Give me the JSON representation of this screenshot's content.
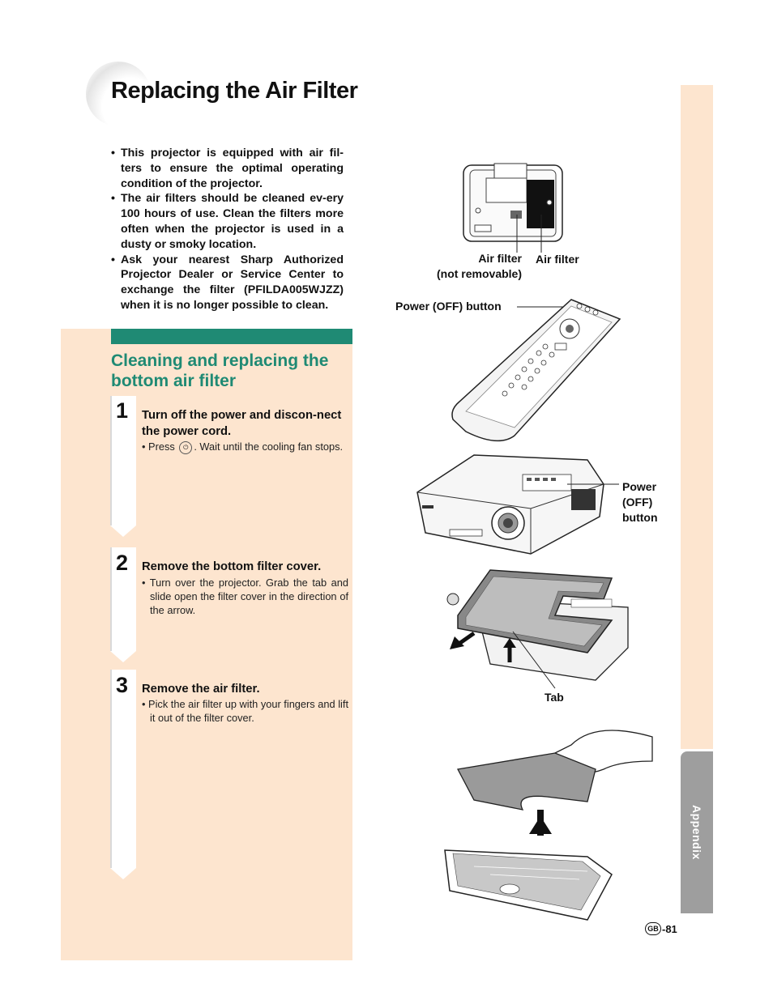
{
  "header": {
    "title": "Replacing the Air Filter"
  },
  "intro": [
    "This projector is equipped with air fil-ters to ensure the optimal operating condition of the projector.",
    "The air filters should be cleaned ev-ery 100 hours of use. Clean the filters more often when the projector is used in a dusty or smoky location.",
    "Ask your nearest Sharp Authorized Projector Dealer or Service Center to exchange the filter (PFILDA005WJZZ) when it is no longer possible to clean."
  ],
  "section": {
    "title": "Cleaning and replacing the bottom air filter"
  },
  "steps": [
    {
      "number": "1",
      "heading": "Turn off the power and discon-nect the power cord.",
      "body_pre": "• Press",
      "body_post": ". Wait until the cooling fan stops."
    },
    {
      "number": "2",
      "heading": "Remove the bottom filter cover.",
      "body": "• Turn over the projector. Grab the tab and slide open the filter cover in the direction of the arrow."
    },
    {
      "number": "3",
      "heading": "Remove the air filter.",
      "body": "• Pick the air filter up with your fingers and lift it out of the filter cover."
    }
  ],
  "figure_labels": {
    "air_filter_fixed": "Air filter\n(not removable)",
    "air_filter": "Air filter",
    "remote_power": "Power (OFF) button",
    "projector_power": "Power\n(OFF)\nbutton",
    "tab": "Tab"
  },
  "sidebar": {
    "tab_label": "Appendix"
  },
  "footer": {
    "region": "GB",
    "page": "-81"
  },
  "colors": {
    "accent": "#1f8a74",
    "panel": "#fde5cf",
    "side_tab": "#9e9e9e"
  }
}
